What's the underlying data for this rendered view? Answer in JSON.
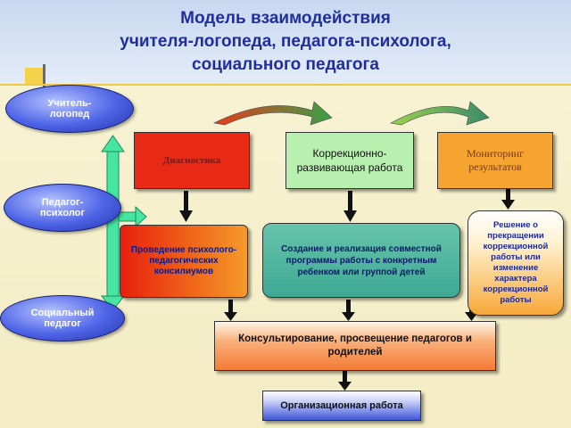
{
  "title": {
    "line1": "Модель взаимодействия",
    "line2": "учителя-логопеда, педагога-психолога,",
    "line3": "социального педагога"
  },
  "specialists": {
    "speech": "Учитель-логопед",
    "psychologist": "Педагог-психолог",
    "social": "Социальный педагог"
  },
  "stages": {
    "diagnostics": "Диагностика",
    "correction": "Коррекционно-развивающая работа",
    "monitoring": "Мониторинг результатов"
  },
  "actions": {
    "council": "Проведение психолого-педагогических консилиумов",
    "program": "Создание и реализация совместной программы работы с конкретным ребенком или группой детей",
    "decision": "Решение о прекращении коррекционной работы или изменение характера коррекционной работы"
  },
  "consulting": "Консультирование, просвещение педагогов и родителей",
  "organization": "Организационная работа",
  "colors": {
    "title": "#1f2e9c",
    "oval": "#4d63e6",
    "red": "#e82a14",
    "green": "#b8f0b0",
    "orange": "#f5a430",
    "teal": "#3fa894",
    "vertical_arrow": "#44e6a0",
    "consulting_box": "#f47a35",
    "organization_box": "#3d56d8"
  }
}
